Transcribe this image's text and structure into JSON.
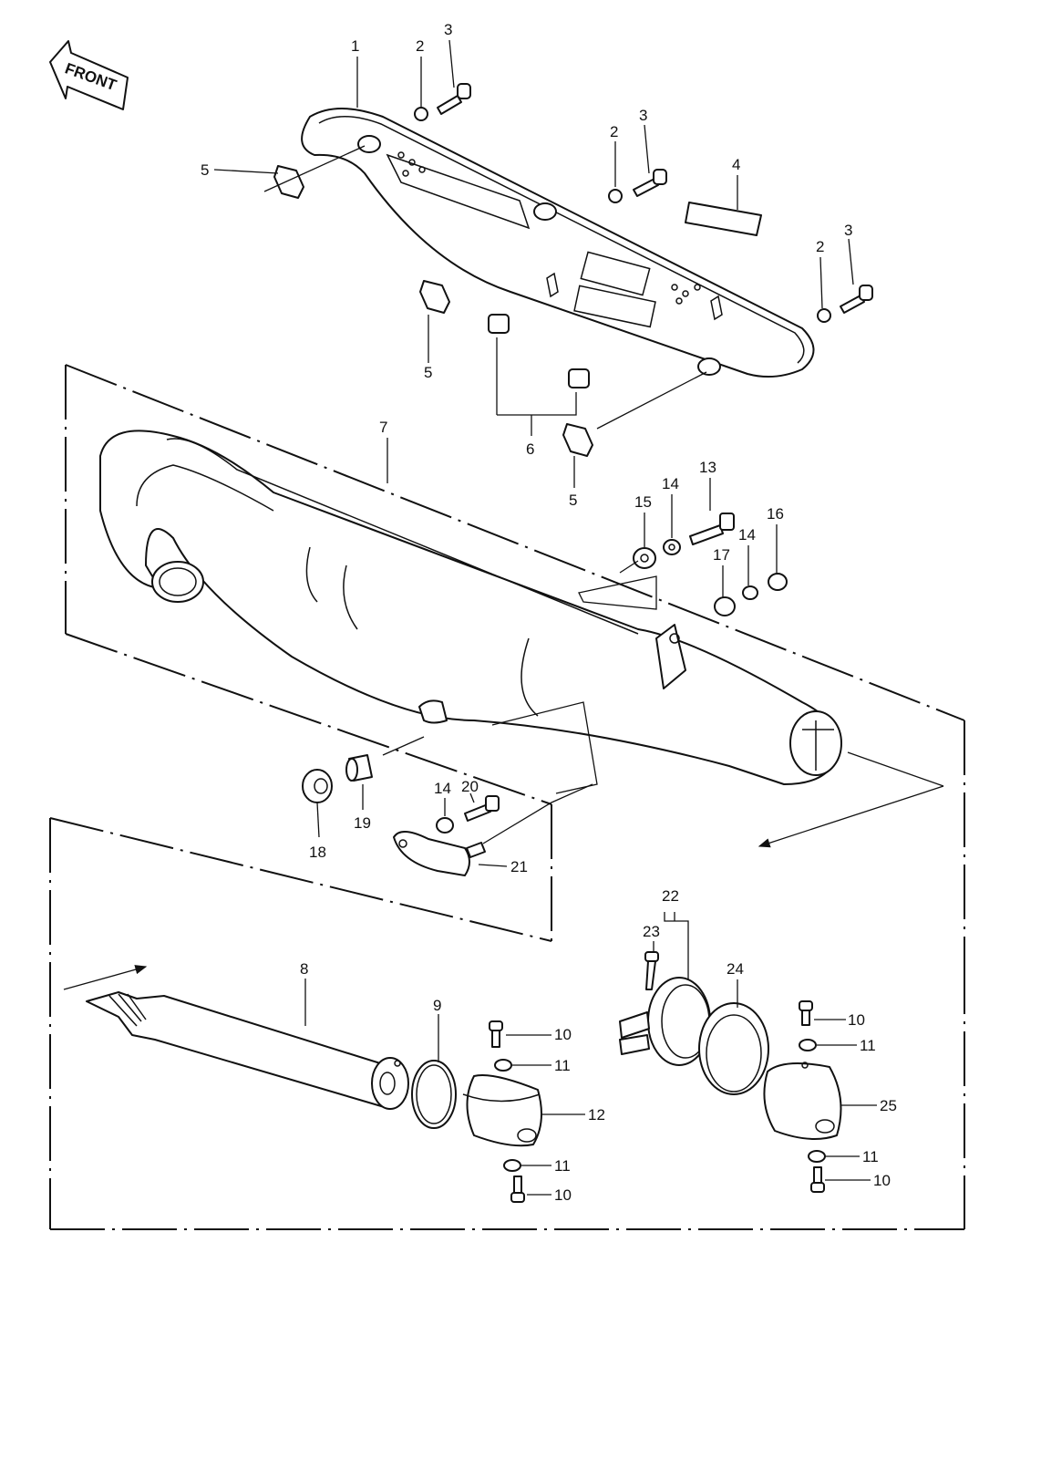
{
  "front_label": "FRONT",
  "callouts": [
    "1",
    "2",
    "3",
    "2",
    "3",
    "4",
    "2",
    "3",
    "5",
    "5",
    "6",
    "5",
    "7",
    "13",
    "14",
    "15",
    "16",
    "14",
    "17",
    "20",
    "14",
    "18",
    "19",
    "21",
    "22",
    "23",
    "24",
    "8",
    "9",
    "10",
    "11",
    "12",
    "10",
    "11",
    "25",
    "11",
    "10",
    "11",
    "10"
  ]
}
